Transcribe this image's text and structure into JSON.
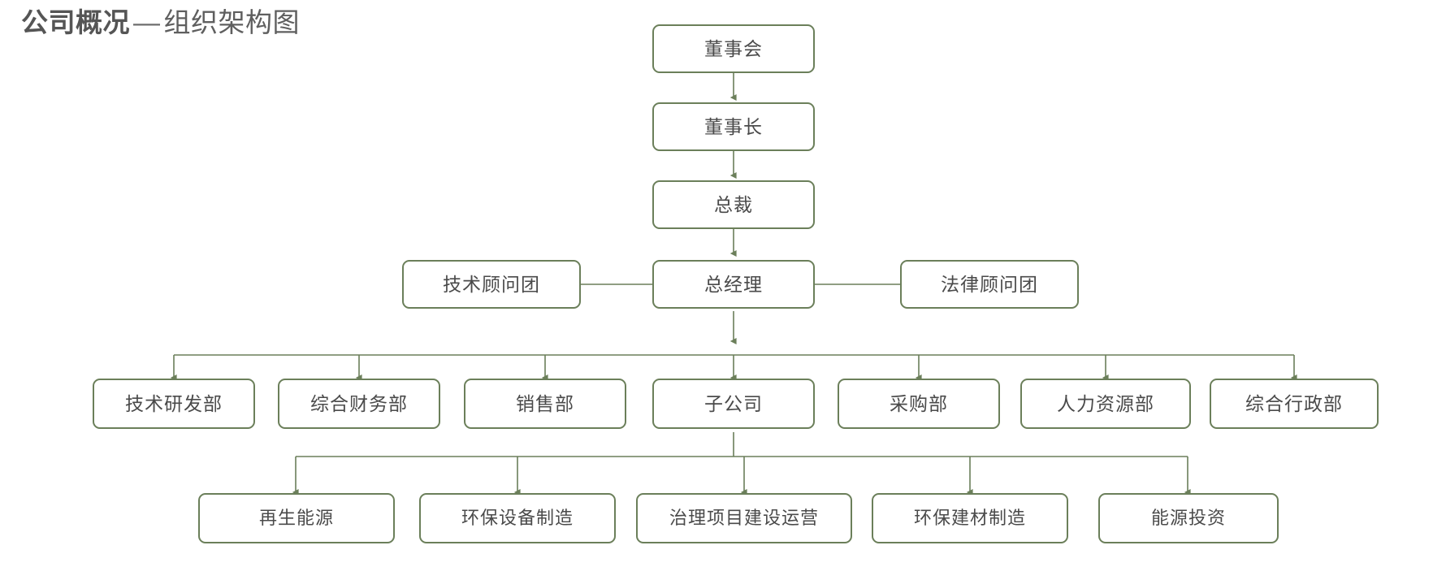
{
  "title": {
    "strong": "公司概况",
    "separator": "—",
    "rest": "组织架构图",
    "full": "公司概况 — 组织架构图"
  },
  "theme": {
    "node_border": "#6b7f5a",
    "node_fill": "#ffffff",
    "node_text": "#4a4a4a",
    "connector": "#6b7f5a",
    "title_text": "#5a5a5a",
    "background": "#ffffff"
  },
  "chart_data": {
    "type": "diagram",
    "diagram_kind": "organization-chart",
    "orientation": "top-down",
    "title": "公司概况 — 组织架构图",
    "levels": [
      {
        "name": "board",
        "labels": [
          "董事会"
        ]
      },
      {
        "name": "chairman",
        "labels": [
          "董事长"
        ]
      },
      {
        "name": "president",
        "labels": [
          "总裁"
        ]
      },
      {
        "name": "gm",
        "labels": [
          "技术顾问团",
          "总经理",
          "法律顾问团"
        ]
      },
      {
        "name": "departments",
        "labels": [
          "技术研发部",
          "综合财务部",
          "销售部",
          "子公司",
          "采购部",
          "人力资源部",
          "综合行政部"
        ]
      },
      {
        "name": "subsidiaries",
        "labels": [
          "再生能源",
          "环保设备制造",
          "治理项目建设运营",
          "环保建材制造",
          "能源投资"
        ]
      }
    ],
    "edges": [
      {
        "from": "董事会",
        "to": "董事长",
        "style": "arrow"
      },
      {
        "from": "董事长",
        "to": "总裁",
        "style": "arrow"
      },
      {
        "from": "总裁",
        "to": "总经理",
        "style": "arrow"
      },
      {
        "from": "总经理",
        "to": "技术顾问团",
        "style": "line"
      },
      {
        "from": "总经理",
        "to": "法律顾问团",
        "style": "line"
      },
      {
        "from": "总经理",
        "to": "技术研发部",
        "style": "arrow"
      },
      {
        "from": "总经理",
        "to": "综合财务部",
        "style": "arrow"
      },
      {
        "from": "总经理",
        "to": "销售部",
        "style": "arrow"
      },
      {
        "from": "总经理",
        "to": "子公司",
        "style": "arrow"
      },
      {
        "from": "总经理",
        "to": "采购部",
        "style": "arrow"
      },
      {
        "from": "总经理",
        "to": "人力资源部",
        "style": "arrow"
      },
      {
        "from": "总经理",
        "to": "综合行政部",
        "style": "arrow"
      },
      {
        "from": "子公司",
        "to": "再生能源",
        "style": "arrow"
      },
      {
        "from": "子公司",
        "to": "环保设备制造",
        "style": "arrow"
      },
      {
        "from": "子公司",
        "to": "治理项目建设运营",
        "style": "arrow"
      },
      {
        "from": "子公司",
        "to": "环保建材制造",
        "style": "arrow"
      },
      {
        "from": "子公司",
        "to": "能源投资",
        "style": "arrow"
      }
    ]
  },
  "nodes": {
    "board": {
      "label": "董事会"
    },
    "chairman": {
      "label": "董事长"
    },
    "president": {
      "label": "总裁"
    },
    "tech_advisor": {
      "label": "技术顾问团"
    },
    "general_manager": {
      "label": "总经理"
    },
    "legal_advisor": {
      "label": "法律顾问团"
    },
    "dept_rd": {
      "label": "技术研发部"
    },
    "dept_finance": {
      "label": "综合财务部"
    },
    "dept_sales": {
      "label": "销售部"
    },
    "dept_subsidiary": {
      "label": "子公司"
    },
    "dept_purchasing": {
      "label": "采购部"
    },
    "dept_hr": {
      "label": "人力资源部"
    },
    "dept_admin": {
      "label": "综合行政部"
    },
    "sub_renewable": {
      "label": "再生能源"
    },
    "sub_equipment": {
      "label": "环保设备制造"
    },
    "sub_projects": {
      "label": "治理项目建设运营"
    },
    "sub_materials": {
      "label": "环保建材制造"
    },
    "sub_investment": {
      "label": "能源投资"
    }
  }
}
